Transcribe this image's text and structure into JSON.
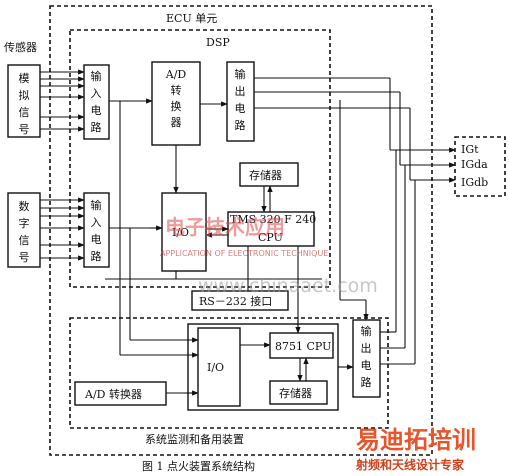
{
  "diagram": {
    "ecu_label": "ECU 单元",
    "dsp_label": "DSP",
    "sensor_label": "传感器",
    "analog_signal": "模拟信号",
    "digital_signal": "数字信号",
    "input_circuit_1": "输入电路",
    "input_circuit_2": "输入电路",
    "ad_converter_v": "A/D转换器",
    "output_circuit_1": "输出电路",
    "output_circuit_2": "输出电路",
    "storage_1": "存储器",
    "storage_2": "存储器",
    "io_1": "I/O",
    "io_2": "I/O",
    "tms_cpu_line1": "TMS 320 F 240",
    "tms_cpu_line2": "CPU",
    "rs232": "RS－232 接口",
    "cpu_8751": "8751 CPU",
    "ad_converter_h": "A/D 转换器",
    "monitor_label": "系统监测和备用装置",
    "igt": "IGt",
    "igda": "IGda",
    "igdb": "IGdb",
    "caption": "图 1  点火装置系统结构"
  },
  "watermark": {
    "cn_title": "电子技术应用",
    "en_title": "APPLICATION OF ELECTRONIC TECHNIQUE",
    "site": "www.chinaaet.com",
    "brand_main": "易迪拓培训",
    "brand_sub": "射频和天线设计专家"
  }
}
